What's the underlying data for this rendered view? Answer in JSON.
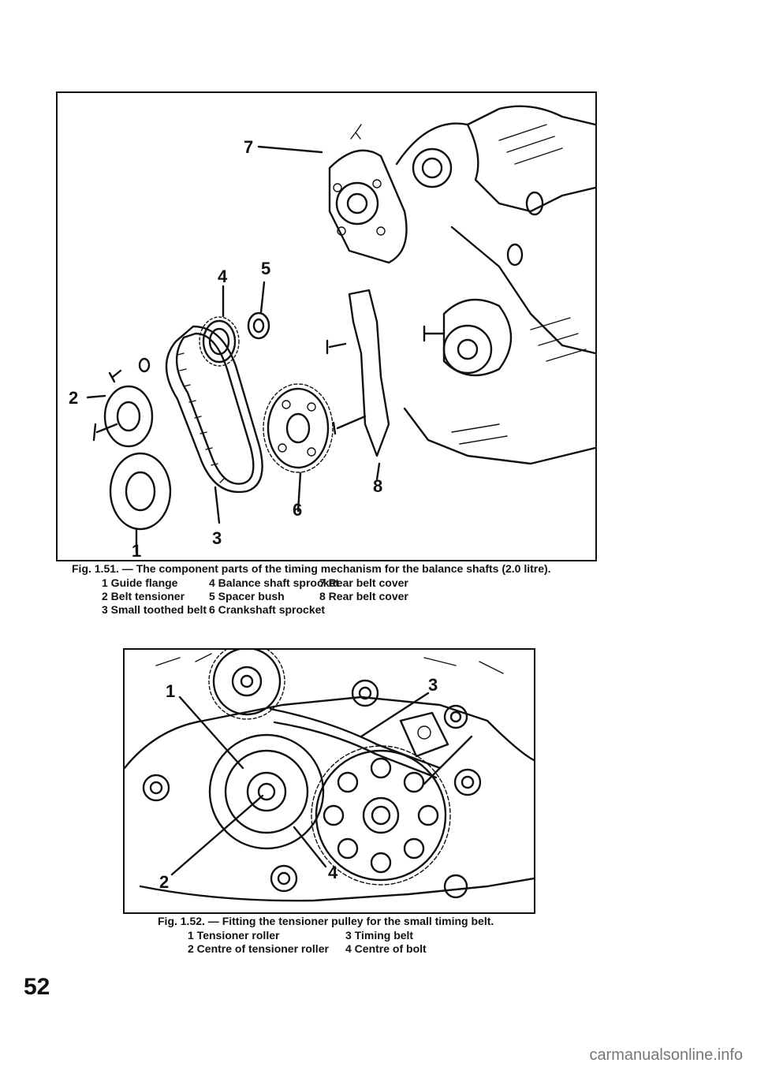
{
  "figure1": {
    "caption_title": "Fig. 1.51. — The component parts of the timing mechanism for the balance shafts (2.0 litre).",
    "legend": [
      "1 Guide flange",
      "4 Balance shaft sprocket",
      "7 Rear belt cover",
      "2 Belt tensioner",
      "5 Spacer bush",
      "8 Rear belt cover",
      "3 Small toothed belt",
      "6 Crankshaft sprocket"
    ],
    "callouts": [
      "1",
      "2",
      "3",
      "4",
      "5",
      "6",
      "7",
      "8"
    ]
  },
  "figure2": {
    "caption_title": "Fig. 1.52. — Fitting the tensioner pulley for the small timing belt.",
    "legend": [
      "1 Tensioner roller",
      "3 Timing belt",
      "2 Centre of tensioner roller",
      "4 Centre of bolt"
    ],
    "callouts": [
      "1",
      "2",
      "3",
      "4"
    ]
  },
  "page_number": "52",
  "watermark": "carmanualsonline.info"
}
